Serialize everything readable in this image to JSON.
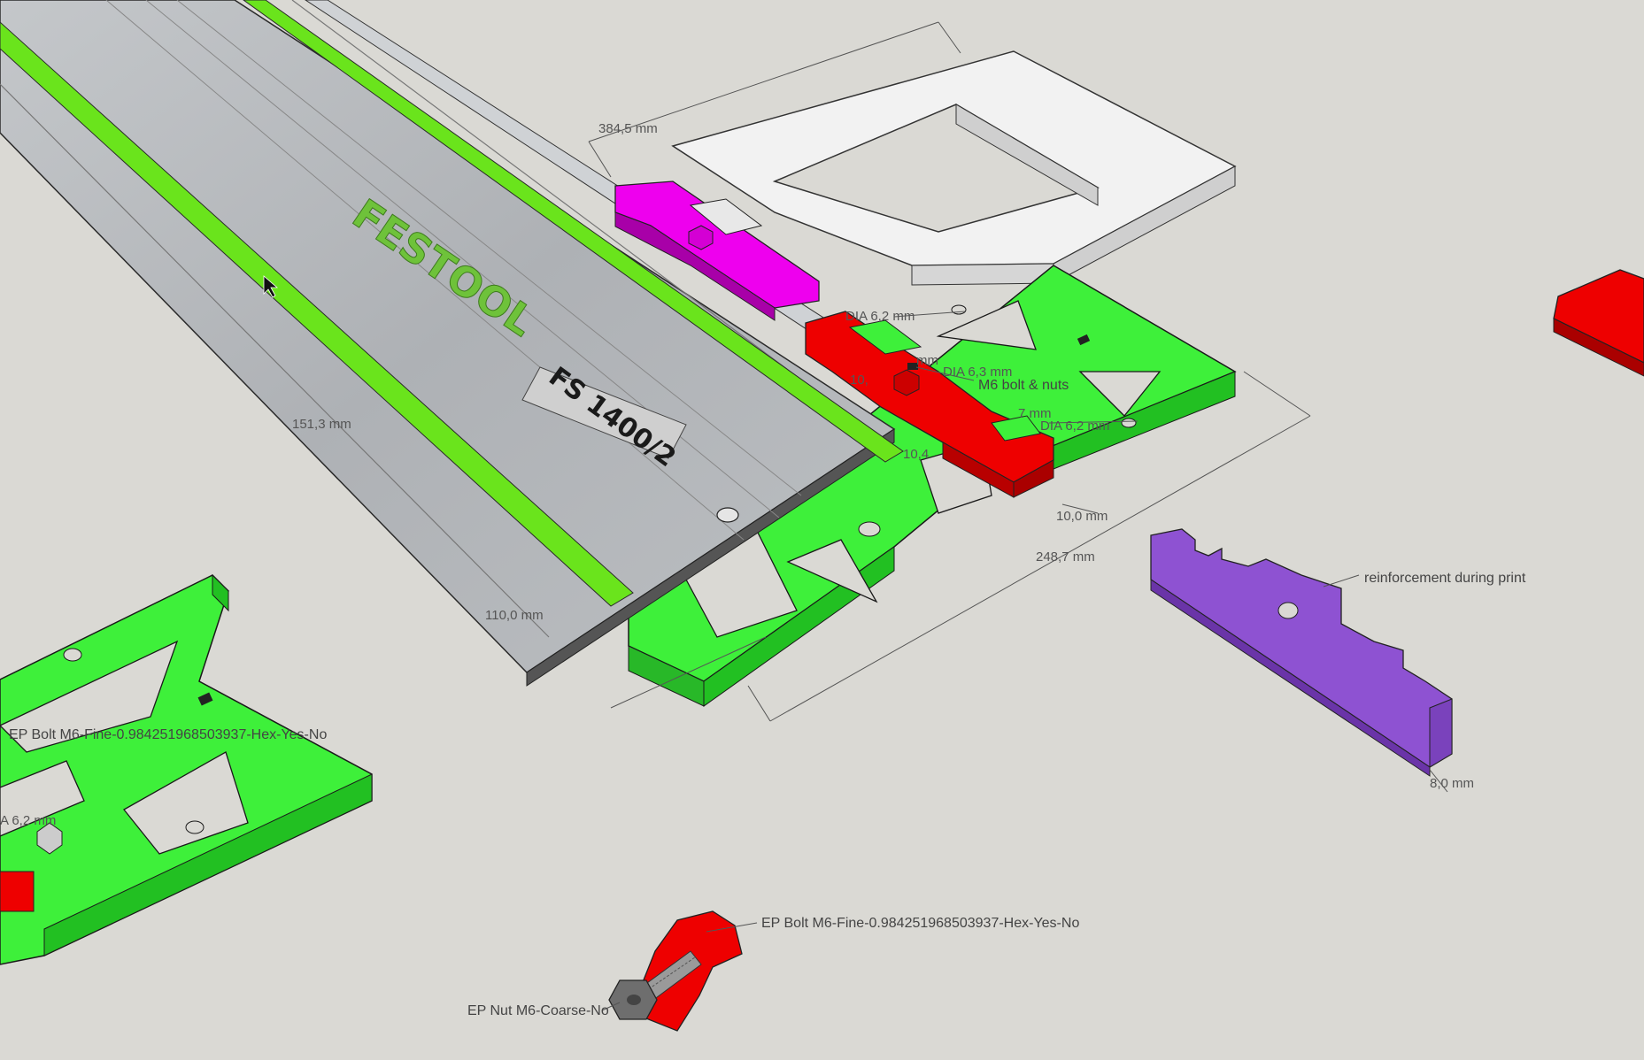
{
  "brand": {
    "logo_text": "FESTOOL",
    "model_label": "FS 1400/2"
  },
  "dimensions": {
    "d_384": "384,5 mm",
    "d_151": "151,3 mm",
    "d_110": "110,0 mm",
    "d_248": "248,7 mm",
    "d_10_0": "10,0 mm",
    "d_8_0": "8,0 mm",
    "dia_62_top": "DIA 6,2 mm",
    "dia_63": "DIA 6,3 mm",
    "dia_62_right": "DIA 6,2 mm",
    "dia_62_left": "A 6,2 mm",
    "frag_10_4": "10,4",
    "frag_10_2": "10,",
    "frag_mm": "mm",
    "frag_7": "7 mm"
  },
  "annotations": {
    "m6_bolt_nuts": "M6 bolt & nuts",
    "reinforcement": "reinforcement during print",
    "bolt_left": "EP Bolt M6-Fine-0.984251968503937-Hex-Yes-No",
    "bolt_bottom": "EP Bolt M6-Fine-0.984251968503937-Hex-Yes-No",
    "nut_bottom": "EP Nut M6-Coarse-No"
  },
  "colors": {
    "background": "#dad9d4",
    "green_part": "#3ef03a",
    "magenta_part": "#ee00ee",
    "red_part": "#ee0000",
    "purple_part": "#8e52d2",
    "white_part": "#f2f2f2",
    "rail": "#b7babd",
    "green_strip": "#6ae41c"
  }
}
